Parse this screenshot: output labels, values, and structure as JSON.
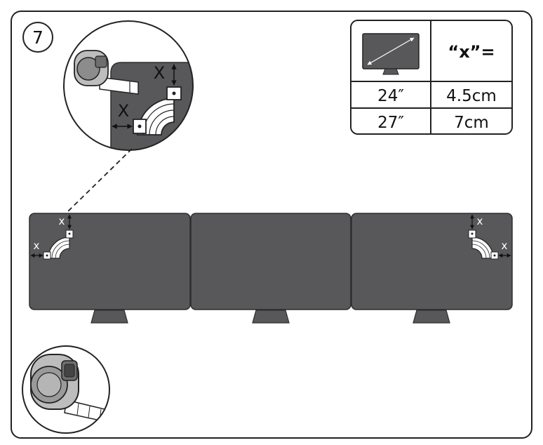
{
  "step": {
    "number": "7"
  },
  "table": {
    "header_value": "“x”=",
    "monitor_icon": "monitor-diagonal-icon",
    "rows": [
      {
        "size": "24″",
        "x": "4.5cm"
      },
      {
        "size": "27″",
        "x": "7cm"
      }
    ]
  },
  "labels": {
    "x_upper": "X",
    "x_lower": "x"
  },
  "icons": [
    "tape-measure-icon",
    "corner-bracket-icon",
    "arrow-icon"
  ],
  "colors": {
    "panel": "#58585a",
    "panel_stroke": "#2d2d2d",
    "stand": "#58585a",
    "line": "#1a1a1a"
  }
}
